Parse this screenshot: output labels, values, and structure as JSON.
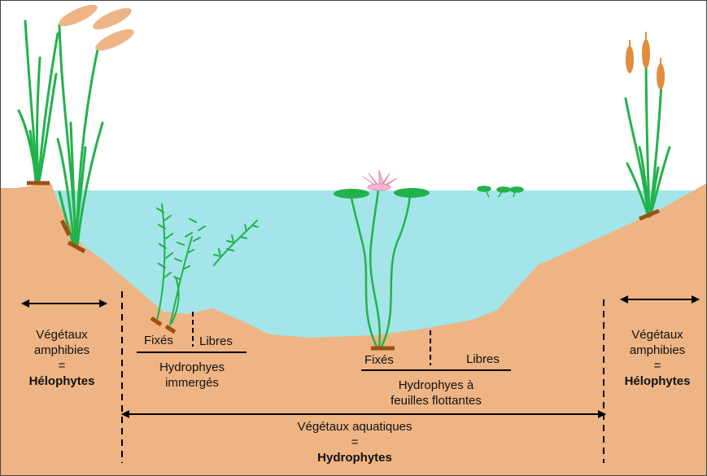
{
  "colors": {
    "water": "#a3e5e8",
    "soil": "#eeb484",
    "stem": "#22b24c",
    "cattail": "#e08d3c",
    "rhizome": "#9e4f12",
    "lily_pad": "#22b24c",
    "flower": "#f4b6cf",
    "reed_plume": "#edb586"
  },
  "left_zone": {
    "line1": "Végétaux",
    "line2": "amphibies",
    "equals": "=",
    "term": "Hélophytes"
  },
  "right_zone": {
    "line1": "Végétaux",
    "line2": "amphibies",
    "equals": "=",
    "term": "Hélophytes"
  },
  "submerged": {
    "fixed": "Fixés",
    "free": "Libres",
    "line1": "Hydrophyes",
    "line2": "immergés"
  },
  "floating": {
    "fixed": "Fixés",
    "free": "Libres",
    "line1": "Hydrophyes à",
    "line2": "feuilles flottantes"
  },
  "aquatic": {
    "line1": "Végétaux aquatiques",
    "equals": "=",
    "term": "Hydrophytes"
  }
}
